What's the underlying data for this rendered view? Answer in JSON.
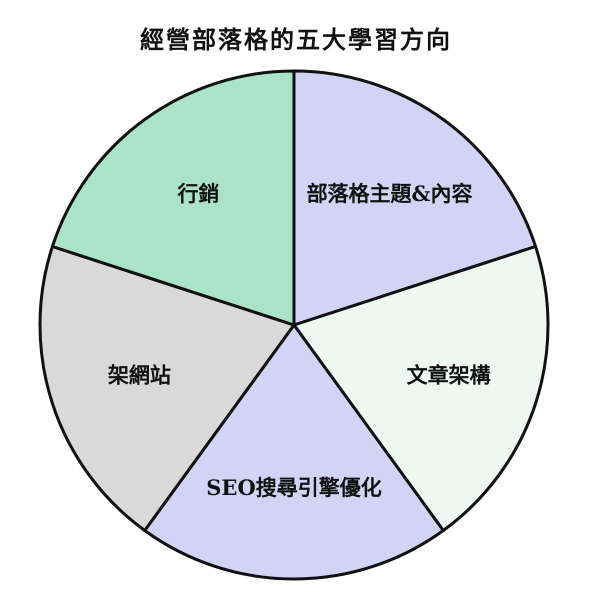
{
  "chart_data": {
    "type": "pie",
    "title": "經營部落格的五大學習方向",
    "categories": [
      "部落格主題&內容",
      "文章架構",
      "SEO搜尋引擎優化",
      "架網站",
      "行銷"
    ],
    "values": [
      20,
      20,
      20,
      20,
      20
    ],
    "colors": [
      "#d3d4f5",
      "#eef7f1",
      "#d3d4f5",
      "#d9d9d9",
      "#abe3c8"
    ],
    "start_angle_deg": 0,
    "direction": "clockwise",
    "legend": "none"
  }
}
